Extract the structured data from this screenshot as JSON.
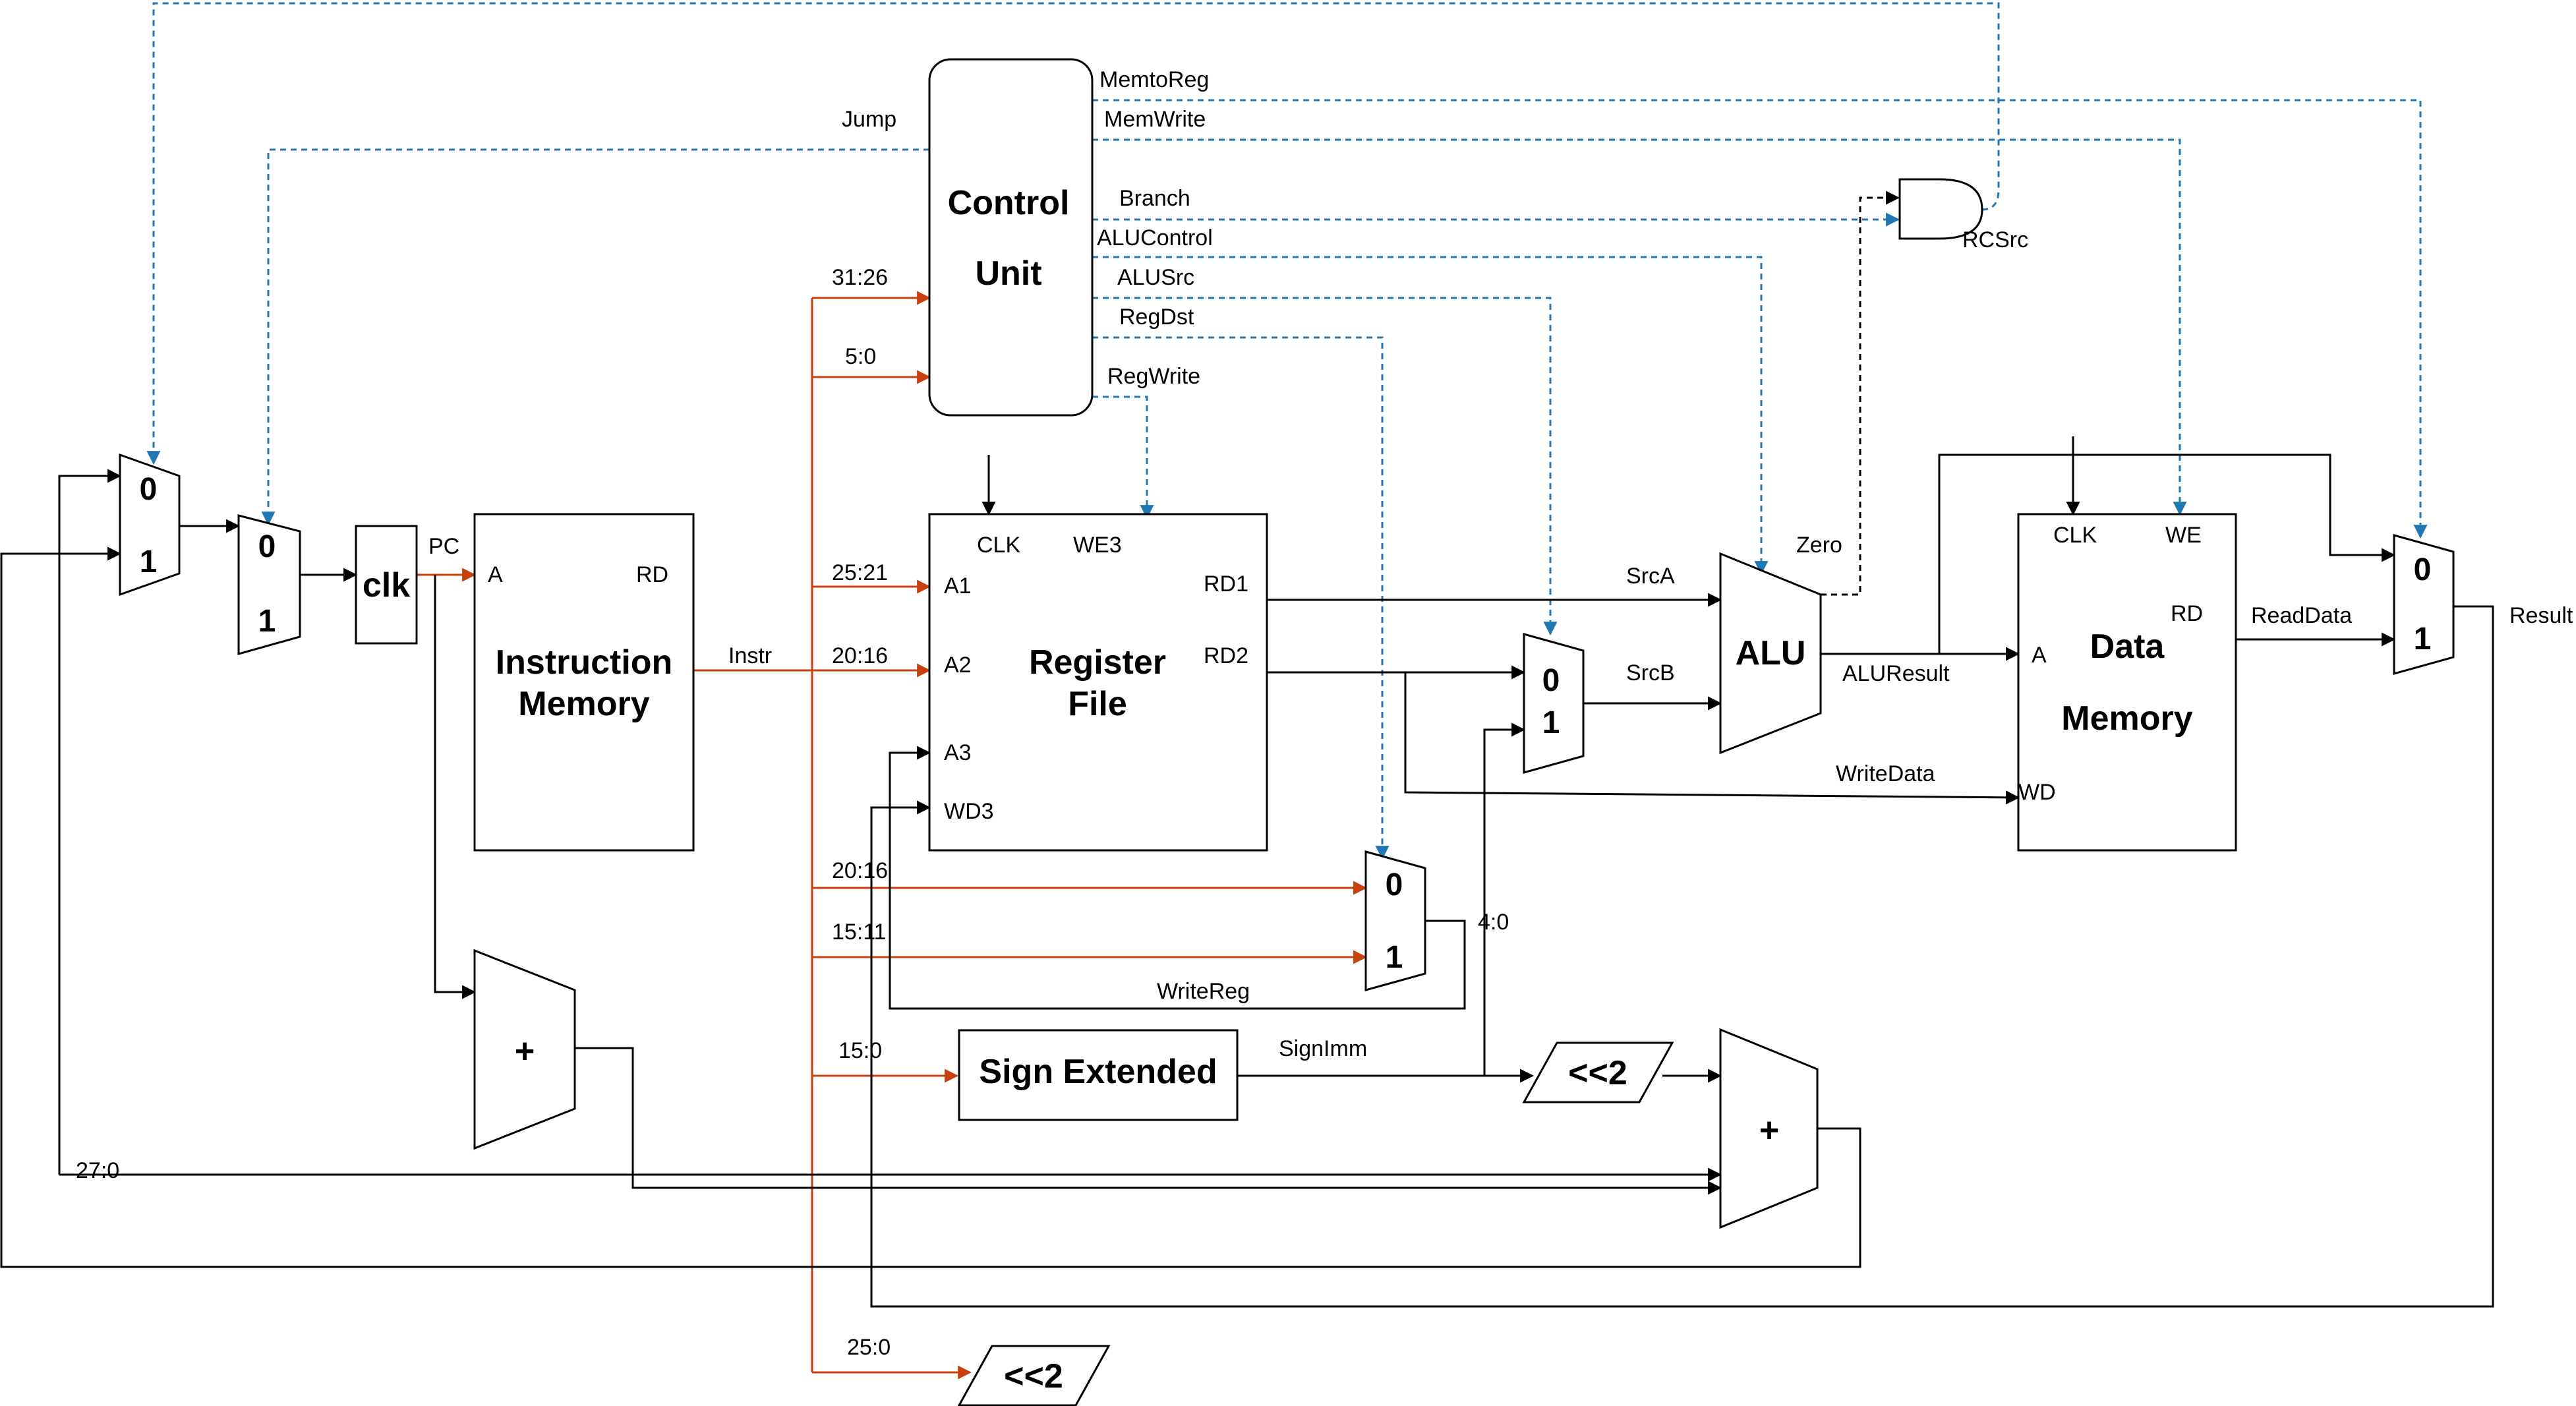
{
  "colors": {
    "datapath": "#000000",
    "instruction_bits": "#c9400f",
    "control_signals": "#1f77b4"
  },
  "blocks": {
    "control_unit": [
      "Control",
      "Unit"
    ],
    "instruction_memory": [
      "Instruction",
      "Memory"
    ],
    "register_file": [
      "Register",
      "File"
    ],
    "data_memory": [
      "Data",
      "Memory"
    ],
    "alu": "ALU",
    "sign_extend": "Sign Extended",
    "clk": "clk",
    "adder": "+",
    "shift_left": "<<2"
  },
  "mux_inputs": [
    "0",
    "1"
  ],
  "ports": {
    "imem_a": "A",
    "imem_rd": "RD",
    "rf_clk": "CLK",
    "rf_we3": "WE3",
    "rf_a1": "A1",
    "rf_a2": "A2",
    "rf_a3": "A3",
    "rf_wd3": "WD3",
    "rf_rd1": "RD1",
    "rf_rd2": "RD2",
    "dm_clk": "CLK",
    "dm_we": "WE",
    "dm_rd": "RD",
    "dm_a": "A",
    "dm_wd": "WD"
  },
  "control_signals": {
    "memtoreg": "MemtoReg",
    "memwrite": "MemWrite",
    "jump": "Jump",
    "branch": "Branch",
    "alucontrol": "ALUControl",
    "alusrc": "ALUSrc",
    "regdst": "RegDst",
    "regwrite": "RegWrite",
    "pcsrc": "RCSrc"
  },
  "signals": {
    "pc": "PC",
    "instr": "Instr",
    "srca": "SrcA",
    "srcb": "SrcB",
    "zero": "Zero",
    "aluresult": "ALUResult",
    "writedata": "WriteData",
    "readdata": "ReadData",
    "result": "Result",
    "writereg": "WriteReg",
    "signimm": "SignImm"
  },
  "bit_fields": {
    "opcode": "31:26",
    "funct": "5:0",
    "rs": "25:21",
    "rt": "20:16",
    "rt_dest": "20:16",
    "rd": "15:11",
    "imm": "15:0",
    "addr": "25:0",
    "jump_addr": "27:0",
    "shamt": "4:0"
  }
}
